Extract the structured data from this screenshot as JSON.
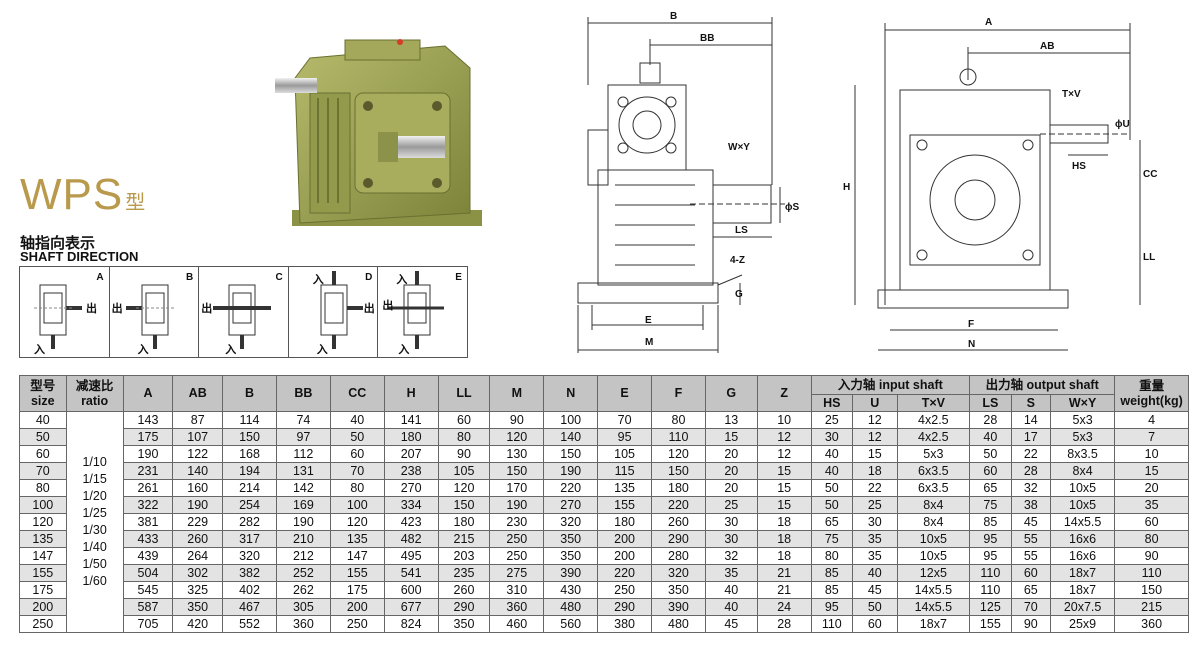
{
  "title": {
    "main": "WPS",
    "suffix": "型"
  },
  "shaft_direction": {
    "title_cn": "轴指向表示",
    "title_en": "SHAFT DIRECTION",
    "in_label": "入",
    "out_label": "出",
    "boxes": [
      "A",
      "B",
      "C",
      "D",
      "E"
    ]
  },
  "drawings": {
    "front": {
      "B": "B",
      "BB": "BB",
      "WxY": "W×Y",
      "S": "ϕS",
      "LS": "LS",
      "Z": "4-Z",
      "G": "G",
      "E": "E",
      "M": "M"
    },
    "side": {
      "A": "A",
      "AB": "AB",
      "TxV": "T×V",
      "U": "ϕU",
      "HS": "HS",
      "CC": "CC",
      "H": "H",
      "LL": "LL",
      "F": "F",
      "N": "N"
    }
  },
  "table": {
    "header": {
      "size_cn": "型号",
      "size_en": "size",
      "ratio_cn": "减速比",
      "ratio_en": "ratio",
      "cols": [
        "A",
        "AB",
        "B",
        "BB",
        "CC",
        "H",
        "LL",
        "M",
        "N",
        "E",
        "F",
        "G",
        "Z"
      ],
      "input_group": "入力轴 input shaft",
      "input_cols": [
        "HS",
        "U",
        "T×V"
      ],
      "output_group": "出力轴 output shaft",
      "output_cols": [
        "LS",
        "S",
        "W×Y"
      ],
      "weight_cn": "重量",
      "weight_en": "weight(kg)"
    },
    "ratios": [
      "1/10",
      "1/15",
      "1/20",
      "1/25",
      "1/30",
      "1/40",
      "1/50",
      "1/60"
    ],
    "rows": [
      [
        "40",
        "143",
        "87",
        "114",
        "74",
        "40",
        "141",
        "60",
        "90",
        "100",
        "70",
        "80",
        "13",
        "10",
        "25",
        "12",
        "4x2.5",
        "28",
        "14",
        "5x3",
        "4"
      ],
      [
        "50",
        "175",
        "107",
        "150",
        "97",
        "50",
        "180",
        "80",
        "120",
        "140",
        "95",
        "110",
        "15",
        "12",
        "30",
        "12",
        "4x2.5",
        "40",
        "17",
        "5x3",
        "7"
      ],
      [
        "60",
        "190",
        "122",
        "168",
        "112",
        "60",
        "207",
        "90",
        "130",
        "150",
        "105",
        "120",
        "20",
        "12",
        "40",
        "15",
        "5x3",
        "50",
        "22",
        "8x3.5",
        "10"
      ],
      [
        "70",
        "231",
        "140",
        "194",
        "131",
        "70",
        "238",
        "105",
        "150",
        "190",
        "115",
        "150",
        "20",
        "15",
        "40",
        "18",
        "6x3.5",
        "60",
        "28",
        "8x4",
        "15"
      ],
      [
        "80",
        "261",
        "160",
        "214",
        "142",
        "80",
        "270",
        "120",
        "170",
        "220",
        "135",
        "180",
        "20",
        "15",
        "50",
        "22",
        "6x3.5",
        "65",
        "32",
        "10x5",
        "20"
      ],
      [
        "100",
        "322",
        "190",
        "254",
        "169",
        "100",
        "334",
        "150",
        "190",
        "270",
        "155",
        "220",
        "25",
        "15",
        "50",
        "25",
        "8x4",
        "75",
        "38",
        "10x5",
        "35"
      ],
      [
        "120",
        "381",
        "229",
        "282",
        "190",
        "120",
        "423",
        "180",
        "230",
        "320",
        "180",
        "260",
        "30",
        "18",
        "65",
        "30",
        "8x4",
        "85",
        "45",
        "14x5.5",
        "60"
      ],
      [
        "135",
        "433",
        "260",
        "317",
        "210",
        "135",
        "482",
        "215",
        "250",
        "350",
        "200",
        "290",
        "30",
        "18",
        "75",
        "35",
        "10x5",
        "95",
        "55",
        "16x6",
        "80"
      ],
      [
        "147",
        "439",
        "264",
        "320",
        "212",
        "147",
        "495",
        "203",
        "250",
        "350",
        "200",
        "280",
        "32",
        "18",
        "80",
        "35",
        "10x5",
        "95",
        "55",
        "16x6",
        "90"
      ],
      [
        "155",
        "504",
        "302",
        "382",
        "252",
        "155",
        "541",
        "235",
        "275",
        "390",
        "220",
        "320",
        "35",
        "21",
        "85",
        "40",
        "12x5",
        "110",
        "60",
        "18x7",
        "110"
      ],
      [
        "175",
        "545",
        "325",
        "402",
        "262",
        "175",
        "600",
        "260",
        "310",
        "430",
        "250",
        "350",
        "40",
        "21",
        "85",
        "45",
        "14x5.5",
        "110",
        "65",
        "18x7",
        "150"
      ],
      [
        "200",
        "587",
        "350",
        "467",
        "305",
        "200",
        "677",
        "290",
        "360",
        "480",
        "290",
        "390",
        "40",
        "24",
        "95",
        "50",
        "14x5.5",
        "125",
        "70",
        "20x7.5",
        "215"
      ],
      [
        "250",
        "705",
        "420",
        "552",
        "360",
        "250",
        "824",
        "350",
        "460",
        "560",
        "380",
        "480",
        "45",
        "28",
        "110",
        "60",
        "18x7",
        "155",
        "90",
        "25x9",
        "360"
      ]
    ]
  }
}
